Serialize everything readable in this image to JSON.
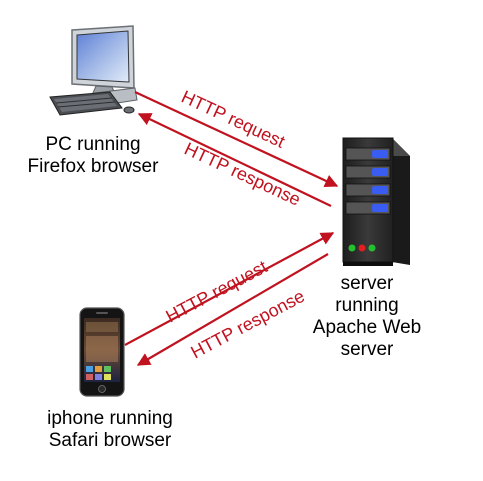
{
  "clients": {
    "pc": {
      "line1": "PC running",
      "line2": "Firefox browser"
    },
    "iphone": {
      "line1": "iphone running",
      "line2": "Safari browser"
    }
  },
  "server": {
    "line1": "server",
    "line2": "running",
    "line3": "Apache Web",
    "line4": "server"
  },
  "messages": {
    "pc_request": "HTTP request",
    "pc_response": "HTTP response",
    "iphone_request": "HTTP request",
    "iphone_response": "HTTP response"
  },
  "colors": {
    "arrow": "#c0121f",
    "server_body": "#2f2f2f",
    "server_led_blue": "#3a5cf0",
    "led_green": "#22c22e",
    "led_red": "#e02020"
  },
  "icons": {
    "pc": "desktop-computer-icon",
    "iphone": "smartphone-icon",
    "server": "tower-server-icon"
  }
}
